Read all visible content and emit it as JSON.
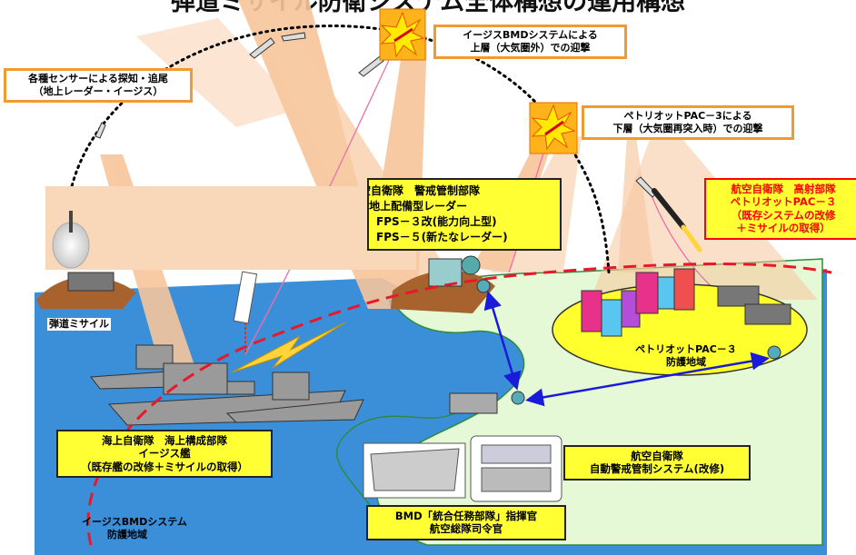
{
  "title": "弾道ミサイル防衛システム全体構想の運用構想",
  "labels": {
    "sensors": [
      "各種センサーによる探知・追尾",
      "（地上レーダー・イージス）"
    ],
    "aegis_upper": [
      "イージスBMDシステムによる",
      "上層（大気圏外）での迎撃"
    ],
    "pac3_lower": [
      "ペトリオットPAC－3による",
      "下層（大気圏再突入時）での迎撃"
    ],
    "radar_unit": [
      "航空自衛隊　警戒管制部隊",
      "・ 地上配備型レーダー",
      "FPS－３改(能力向上型)",
      "FPS－５(新たなレーダー)"
    ],
    "asdf_missile": [
      "航空自衛隊　高射部隊",
      "ペトリオットPAC－３",
      "（既存システムの改修",
      "＋ミサイルの取得）"
    ],
    "ballistic_missile": "弾道ミサイル",
    "pac3_area": [
      "ペトリオットPAC－３",
      "防護地域"
    ],
    "msdf": [
      "海上自衛隊　海上構成部隊",
      "イージス艦",
      "（既存艦の改修＋ミサイルの取得）"
    ],
    "jadge": [
      "航空自衛隊",
      "自動警戒管制システム(改修)"
    ],
    "commander": [
      "BMD「統合任務部隊」指揮官",
      "航空総隊司令官"
    ],
    "aegis_area": [
      "イージスBMDシステム",
      "防護地域"
    ]
  },
  "colors": {
    "orange_border": "#f29a2e",
    "yellow_fill": "#ffff33",
    "red": "#ff0000",
    "sea": "#3b8fd9",
    "land": "#e6f9d6",
    "beam": "#f7c59b",
    "link": "#1a1adb"
  }
}
